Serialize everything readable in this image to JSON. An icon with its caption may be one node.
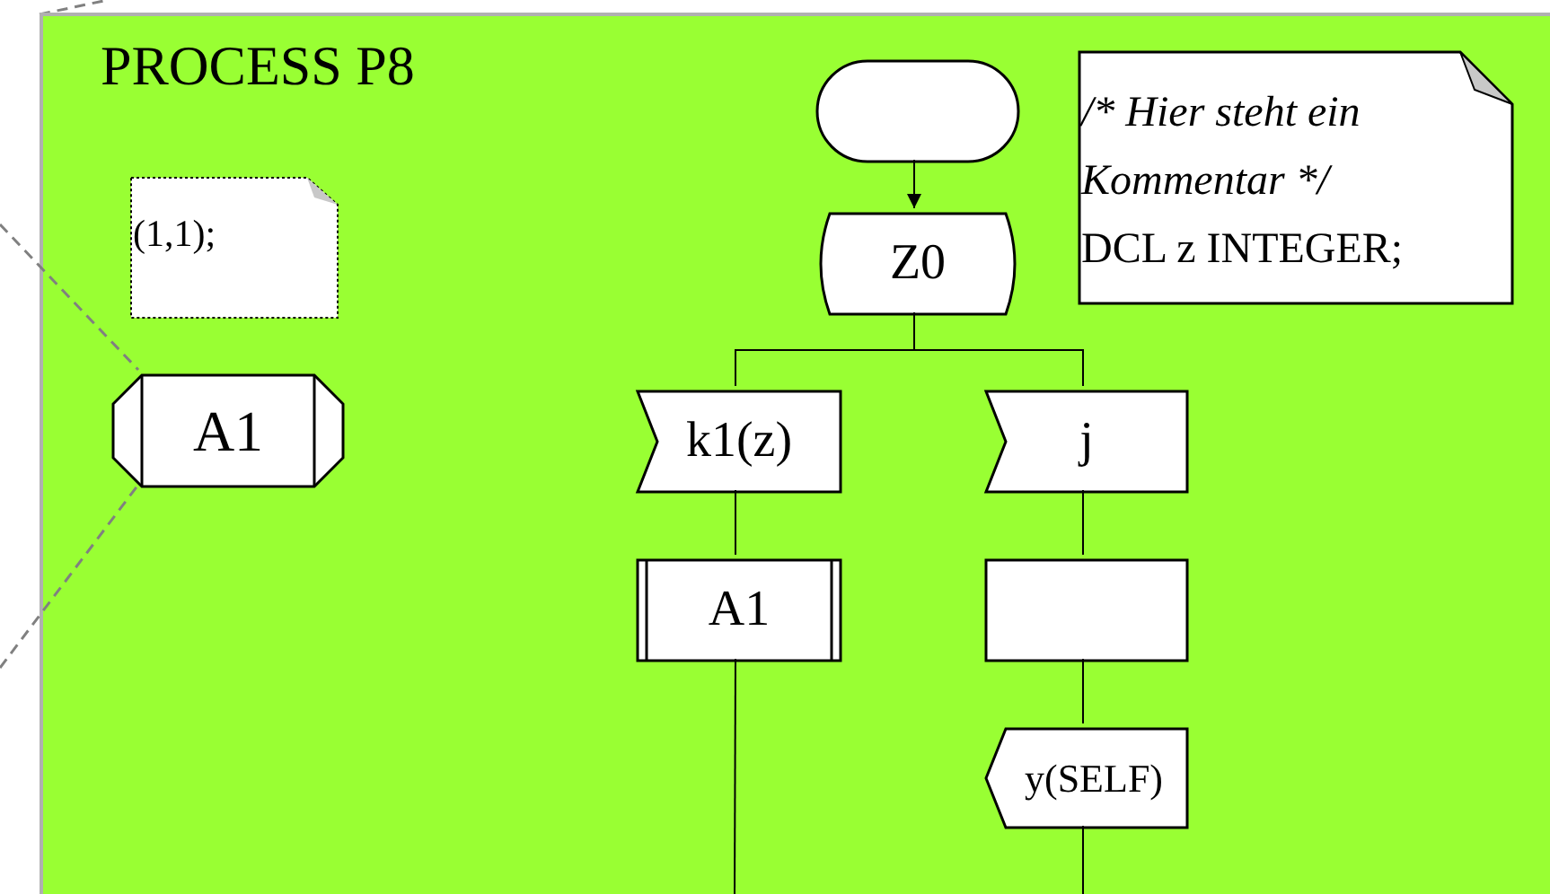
{
  "diagram": {
    "nodes": [
      {
        "text": [
          "PROCESS P8"
        ]
      },
      {
        "text": [
          "(1,1);"
        ],
        "in": 0
      },
      {
        "text": [
          "A1"
        ],
        "in": 0
      },
      {
        "text": [],
        "shape": "oval",
        "in": 0
      },
      {
        "text": [
          "Z0"
        ],
        "in": 0
      },
      {
        "text": [
          "/* Hier steht ein Kommentar */",
          "DCL z INTEGER;"
        ],
        "in": 0
      },
      {
        "text": [
          "k1(z)"
        ],
        "in": 0
      },
      {
        "text": [
          "j"
        ],
        "in": 0
      },
      {
        "text": [
          "A1"
        ],
        "in": 0
      },
      {
        "text": [],
        "shape": "box",
        "in": 0
      },
      {
        "text": [
          "y(SELF)"
        ],
        "in": 0
      }
    ],
    "edges": [
      {
        "from": 3,
        "to": 4,
        "arrow": "to"
      },
      {
        "from": 4,
        "to": 6,
        "arrow": "none"
      },
      {
        "from": 4,
        "to": 7,
        "arrow": "none"
      },
      {
        "from": 6,
        "to": 8,
        "arrow": "none"
      },
      {
        "from": 7,
        "to": 9,
        "arrow": "none"
      },
      {
        "from": 9,
        "to": 10,
        "arrow": "none"
      },
      {
        "from": 8,
        "to": null,
        "arrow": "none"
      },
      {
        "from": 10,
        "to": null,
        "arrow": "none"
      },
      {
        "from": null,
        "to": 2,
        "arrow": "none",
        "style": "dashed",
        "color": "#808080"
      },
      {
        "from": null,
        "to": 2,
        "arrow": "none",
        "style": "dashed",
        "color": "#808080"
      }
    ]
  }
}
